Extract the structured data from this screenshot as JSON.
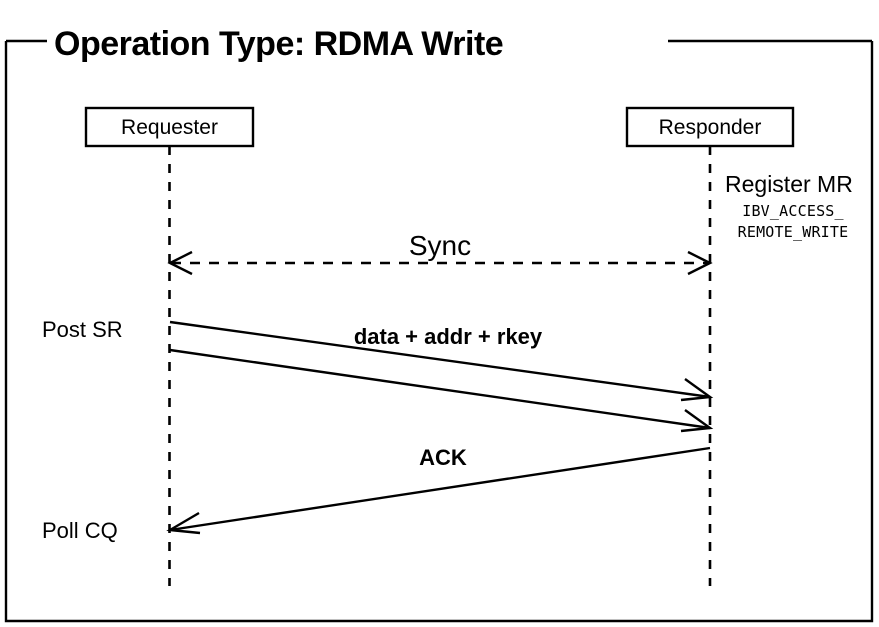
{
  "diagram": {
    "kind": "uml-sequence-diagram",
    "frame": {
      "title": "Operation Type: RDMA Write"
    },
    "participants": [
      {
        "id": "requester",
        "label": "Requester"
      },
      {
        "id": "responder",
        "label": "Responder"
      }
    ],
    "notes": [
      {
        "id": "register-mr",
        "title": "Register MR",
        "line1": "IBV_ACCESS_",
        "line2": "REMOTE_WRITE"
      }
    ],
    "side_labels": [
      {
        "id": "post-sr",
        "label": "Post SR"
      },
      {
        "id": "poll-cq",
        "label": "Poll CQ"
      }
    ],
    "messages": [
      {
        "id": "sync",
        "label": "Sync",
        "style": "dashed",
        "direction": "bidirectional",
        "from": "requester",
        "to": "responder"
      },
      {
        "id": "data-addr-rkey",
        "label": "data + addr + rkey",
        "style": "solid",
        "direction": "requester-to-responder",
        "from": "requester",
        "to": "responder",
        "packets": 2
      },
      {
        "id": "ack",
        "label": "ACK",
        "style": "solid",
        "direction": "responder-to-requester",
        "from": "responder",
        "to": "requester",
        "packets": 1
      }
    ],
    "colors": {
      "stroke": "#000000",
      "background": "#ffffff",
      "text": "#000000"
    }
  }
}
